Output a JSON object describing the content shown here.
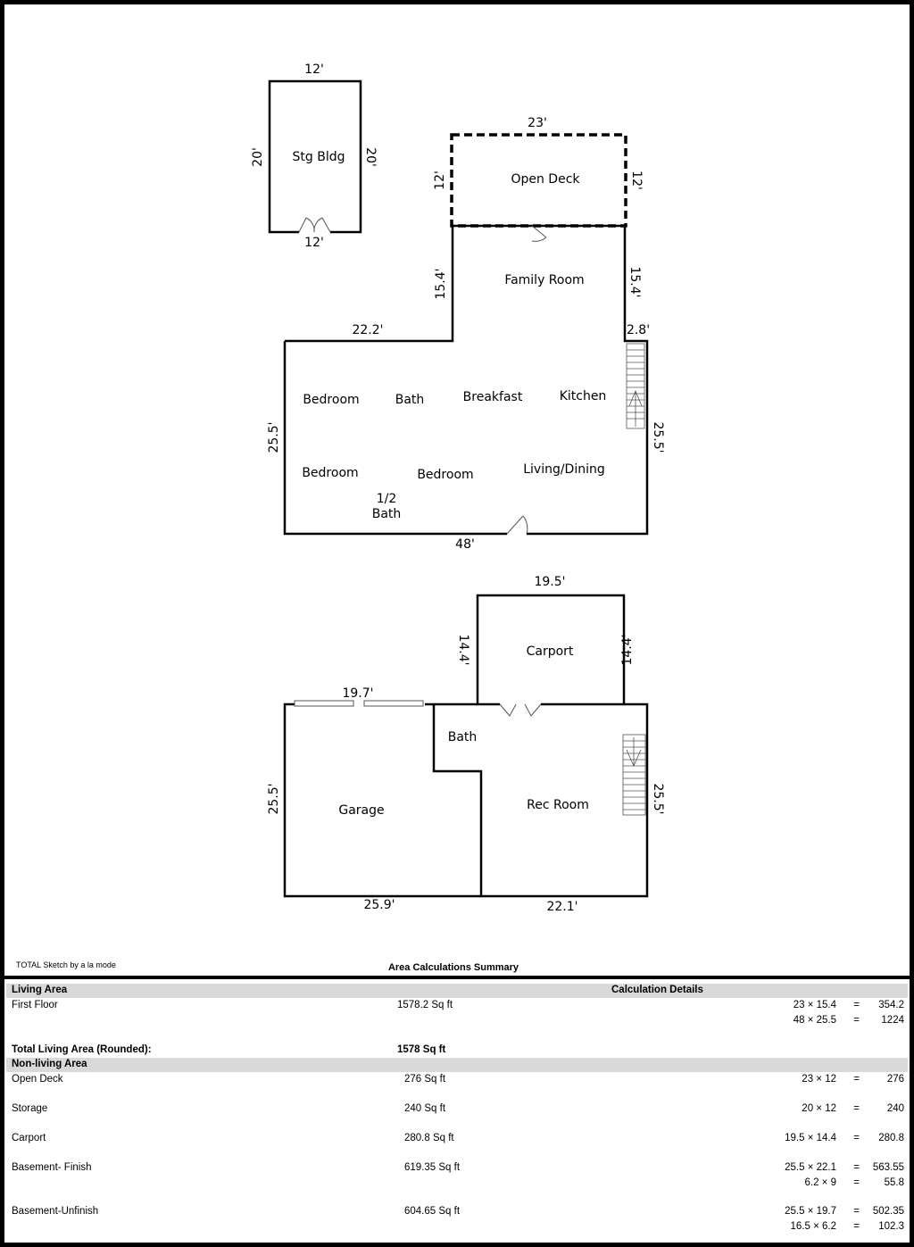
{
  "floorplan": {
    "storage": {
      "name": "Stg Bldg",
      "dim_top": "12'",
      "dim_bottom": "12'",
      "dim_left": "20'",
      "dim_right": "20'"
    },
    "deck": {
      "name": "Open Deck",
      "dim_top": "23'",
      "dim_left": "12'",
      "dim_right": "12'"
    },
    "first_floor": {
      "rooms": [
        "Family Room",
        "Bedroom",
        "Bath",
        "Breakfast",
        "Kitchen",
        "Bedroom",
        "Bedroom",
        "Living/Dining",
        "1/2",
        "Bath"
      ],
      "dims": {
        "family_left": "15.4'",
        "family_right": "15.4'",
        "top_left": "22.2'",
        "top_right": "2.8'",
        "left": "25.5'",
        "right": "25.5'",
        "bottom": "48'"
      }
    },
    "basement": {
      "rooms": [
        "Carport",
        "Bath",
        "Garage",
        "Rec Room"
      ],
      "dims": {
        "carport_top": "19.5'",
        "carport_left": "14.4'",
        "carport_right": "14.4'",
        "garage_top": "19.7'",
        "left": "25.5'",
        "right": "25.5'",
        "bottom_left": "25.9'",
        "bottom_right": "22.1'"
      }
    }
  },
  "credit": "TOTAL Sketch by a la mode",
  "summary": {
    "title": "Area Calculations Summary",
    "living_header": "Living Area",
    "calc_header": "Calculation Details",
    "living_rows": [
      {
        "name": "First Floor",
        "area": "1578.2 Sq ft",
        "calcs": [
          {
            "expr": "23 × 15.4",
            "eq": "=",
            "res": "354.2"
          },
          {
            "expr": "48 × 25.5",
            "eq": "=",
            "res": "1224"
          }
        ]
      }
    ],
    "total_label": "Total Living Area (Rounded):",
    "total_value": "1578 Sq ft",
    "nonliving_header": "Non-living Area",
    "nonliving_rows": [
      {
        "name": "Open Deck",
        "area": "276 Sq ft",
        "calcs": [
          {
            "expr": "23 × 12",
            "eq": "=",
            "res": "276"
          }
        ]
      },
      {
        "name": "Storage",
        "area": "240 Sq ft",
        "calcs": [
          {
            "expr": "20 × 12",
            "eq": "=",
            "res": "240"
          }
        ]
      },
      {
        "name": "Carport",
        "area": "280.8 Sq ft",
        "calcs": [
          {
            "expr": "19.5 × 14.4",
            "eq": "=",
            "res": "280.8"
          }
        ]
      },
      {
        "name": "Basement- Finish",
        "area": "619.35 Sq ft",
        "calcs": [
          {
            "expr": "25.5 × 22.1",
            "eq": "=",
            "res": "563.55"
          },
          {
            "expr": "6.2 × 9",
            "eq": "=",
            "res": "55.8"
          }
        ]
      },
      {
        "name": "Basement-Unfinish",
        "area": "604.65 Sq ft",
        "calcs": [
          {
            "expr": "25.5 × 19.7",
            "eq": "=",
            "res": "502.35"
          },
          {
            "expr": "16.5 × 6.2",
            "eq": "=",
            "res": "102.3"
          }
        ]
      }
    ]
  }
}
